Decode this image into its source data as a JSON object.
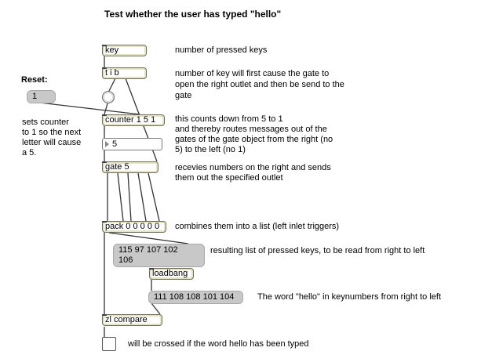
{
  "title": "Test whether the user has typed \"hello\"",
  "reset_label": "Reset:",
  "objects": {
    "key": "key",
    "tib": "t i b",
    "counter": "counter 1 5 1",
    "gate": "gate 5",
    "pack": "pack 0 0 0 0 0",
    "loadbang": "loadbang",
    "zl_compare": "zl compare"
  },
  "messages": {
    "reset_value": "1",
    "result_line1": "115 97 107 102",
    "result_line2": "106",
    "hello_nums": "111 108 108 101 104"
  },
  "number_box_value": "5",
  "comments": {
    "key": "number of pressed keys",
    "tib_1": "number of key will first cause the gate to",
    "tib_2": "open the right outlet and then be send to the",
    "tib_3": "gate",
    "reset_1": "sets counter",
    "reset_2": "to 1 so the next",
    "reset_3": "letter will cause",
    "reset_4": "a 5.",
    "counter_1": "this counts down from 5 to 1",
    "counter_2": "and thereby routes messages out of the",
    "counter_3": "gates of the gate object from the right (no",
    "counter_4": "5) to the left (no 1)",
    "gate_1": "recevies numbers on the right and sends",
    "gate_2": "them out the specified outlet",
    "pack": "combines them into a list (left inlet triggers)",
    "result": "resulting list of pressed keys, to be read from right to left",
    "hello": "The word \"hello\" in keynumbers from right to left",
    "toggle": "will be crossed if the word hello has been typed"
  }
}
